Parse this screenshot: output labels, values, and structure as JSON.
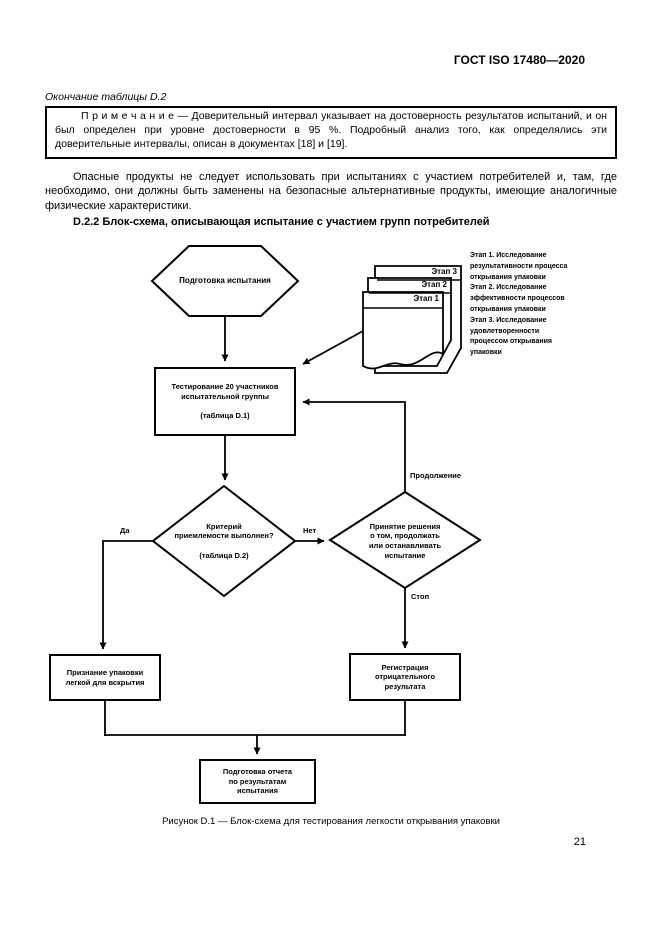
{
  "document": {
    "header_title": "ГОСТ ISO 17480—2020",
    "table_continuation": "Окончание таблицы D.2",
    "note": {
      "label": "П р и м е ч а н и е",
      "body": "— Доверительный интервал указывает на достоверность результатов испытаний, и он был определен при уровне достоверности в 95 %. Подробный анализ того, как определялись эти доверительные интервалы, описан в документах [18] и [19]."
    },
    "paragraph": "Опасные продукты не следует использовать при испытаниях с участием потребителей и, там, где необходимо, они должны быть заменены на безопасные альтернативные продукты, имеющие аналогичные физические характеристики.",
    "section_heading": "D.2.2 Блок-схема, описывающая испытание с участием групп потребителей",
    "figure_caption": "Рисунок D.1 — Блок-схема для тестирования легкости открывания упаковки",
    "page_number": "21"
  },
  "flowchart": {
    "nodes": {
      "start": "Подготовка испытания",
      "test": "Тестирование 20 участников\nиспытательной группы\n\n(таблица D.1)",
      "decision_criteria": "Критерий\nприемлемости выполнен?\n\n(таблица D.2)",
      "decision_continue": "Принятие решения\nо том, продолжать\nили останавливать\nиспытание",
      "result_accept": "Признание упаковки\nлегкой для вскрытия",
      "result_negative": "Регистрация\nотрицательного\nрезультата",
      "report": "Подготовка отчета\nпо результатам\nиспытания"
    },
    "edge_labels": {
      "yes": "Да",
      "no": "Нет",
      "continue": "Продолжение",
      "stop": "Стоп"
    },
    "documents": {
      "page_labels": [
        "Этап 3",
        "Этап 2",
        "Этап 1"
      ]
    },
    "stage_legend": "Этап 1. Исследование\nрезультативности процесса\nоткрывания упаковки\nЭтап 2. Исследование\nэффективности процессов\nоткрывания упаковки\nЭтап 3. Исследование\nудовлетворенности\nпроцессом открывания\nупаковки"
  }
}
